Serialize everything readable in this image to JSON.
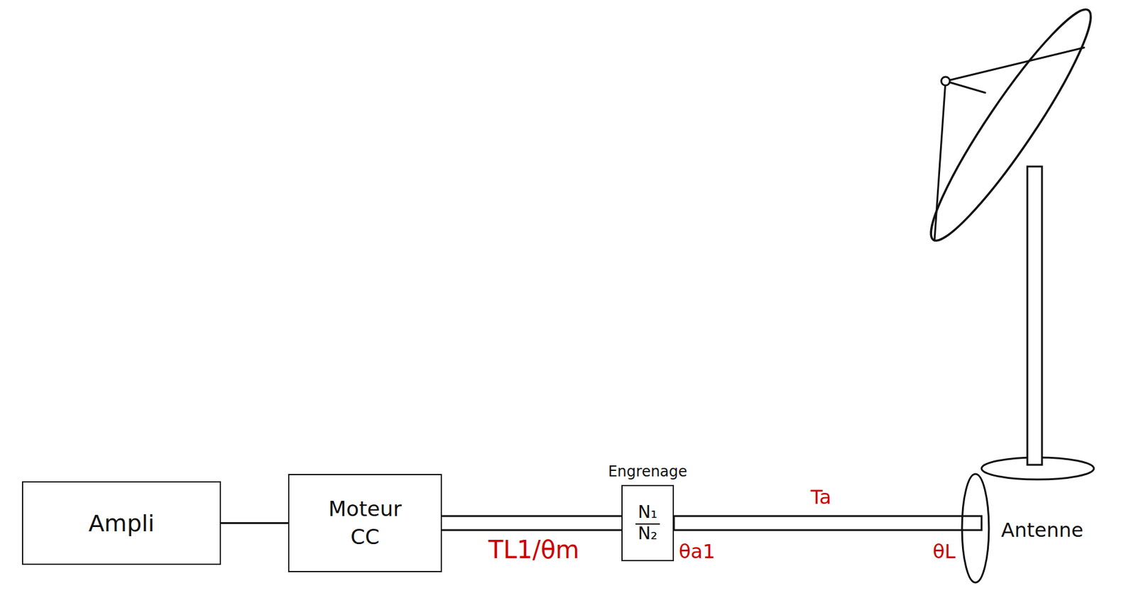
{
  "diagram": {
    "nodes": [
      {
        "text": [
          "Ampli"
        ]
      },
      {
        "text": [
          "Moteur CC"
        ]
      },
      {
        "text": [
          "Engrenage",
          "N₁",
          "N₂"
        ]
      }
    ],
    "edges": [
      {
        "from": 0,
        "to": 1,
        "arrow": "none"
      },
      {
        "from": 1,
        "to": 2,
        "arrow": "none"
      }
    ],
    "labels": [
      "TL1/θm",
      "θa1",
      "Ta",
      "θL",
      "Antenne"
    ]
  }
}
